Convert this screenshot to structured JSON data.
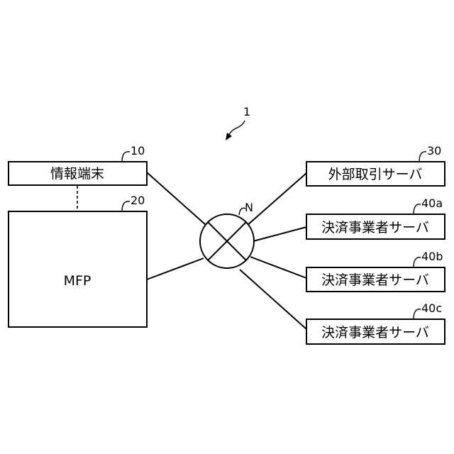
{
  "system_ref": "1",
  "network": {
    "ref": "N"
  },
  "terminal": {
    "label": "情報端末",
    "ref": "10"
  },
  "mfp": {
    "label": "MFP",
    "ref": "20"
  },
  "external_server": {
    "label": "外部取引サーバ",
    "ref": "30"
  },
  "payment_servers": [
    {
      "label": "決済事業者サーバ",
      "ref": "40a"
    },
    {
      "label": "決済事業者サーバ",
      "ref": "40b"
    },
    {
      "label": "決済事業者サーバ",
      "ref": "40c"
    }
  ]
}
